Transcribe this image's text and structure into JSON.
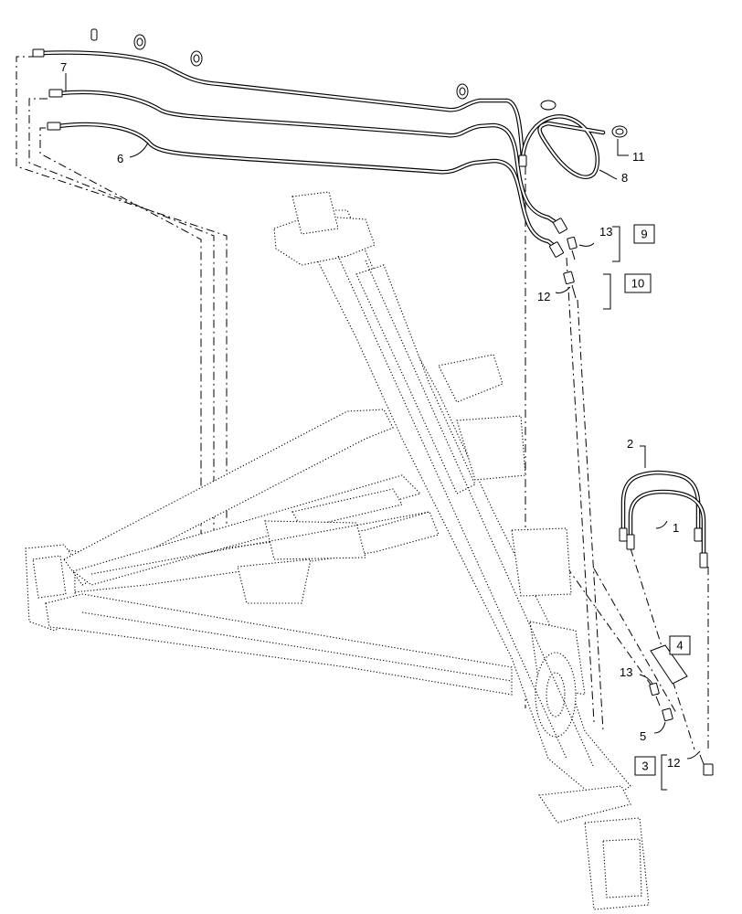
{
  "callouts": {
    "c1": "1",
    "c2": "2",
    "c3": "3",
    "c4": "4",
    "c5": "5",
    "c6": "6",
    "c7": "7",
    "c8": "8",
    "c9": "9",
    "c10": "10",
    "c11": "11",
    "c12a": "12",
    "c12b": "12",
    "c13a": "13",
    "c13b": "13"
  }
}
